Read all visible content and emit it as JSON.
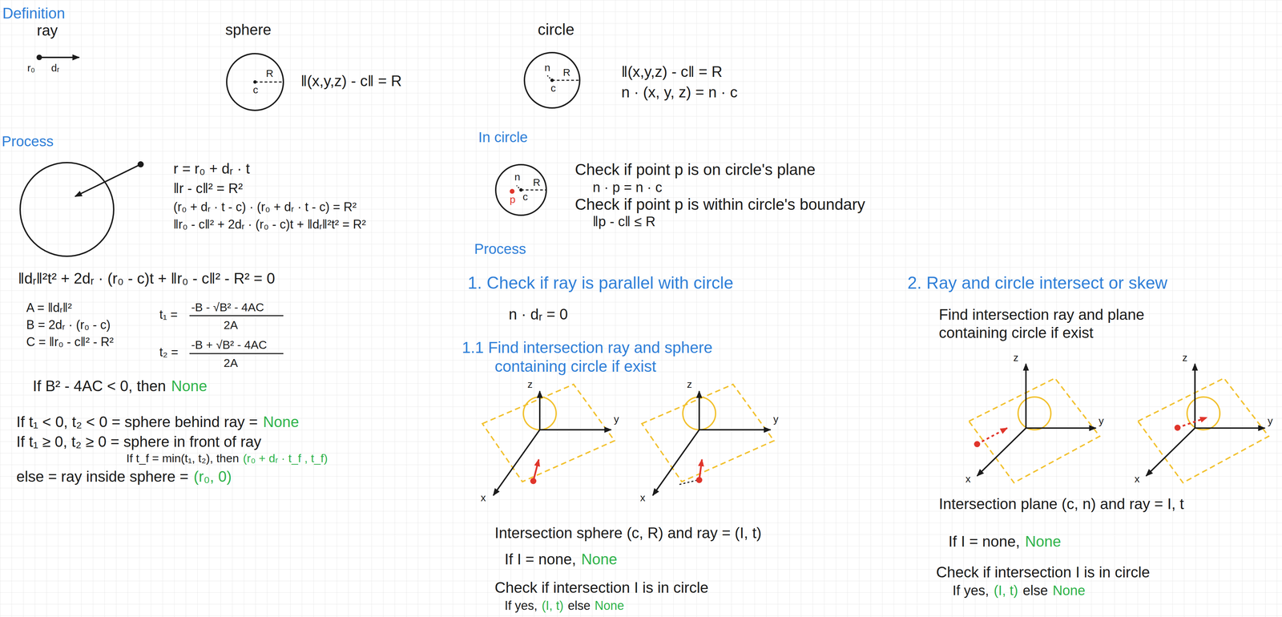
{
  "diagram": {
    "nodes": [
      {
        "text": [
          "R",
          "c"
        ]
      },
      {
        "text": [
          "n",
          "R",
          "c"
        ]
      },
      {
        "text": [
          "n",
          "R",
          "c",
          "p"
        ]
      }
    ],
    "labels": [
      "Definition",
      "ray",
      "r₀",
      "dᵣ",
      "sphere",
      "‖(x,y,z) - c‖ = R",
      "circle",
      "‖(x,y,z) - c‖ = R",
      "n · (x, y, z) = n · c",
      "Process",
      "r = r₀ + dᵣ · t",
      "‖r - c‖² = R²",
      "(r₀ + dᵣ · t - c) · (r₀ + dᵣ · t - c) = R²",
      "‖r₀ - c‖² + 2dᵣ · (r₀ - c)t + ‖dᵣ‖²t² = R²",
      "‖dᵣ‖²t² + 2dᵣ · (r₀ - c)t + ‖r₀ - c‖² - R² = 0",
      "A = ‖dᵣ‖²",
      "B = 2dᵣ · (r₀ - c)",
      "C = ‖r₀ - c‖² - R²",
      "t₁ =",
      "-B - √B² - 4AC",
      "2A",
      "t₂ =",
      "-B + √B² - 4AC",
      "2A",
      "If B² - 4AC < 0, then",
      "None",
      "If t₁ < 0, t₂ < 0 = sphere behind ray =",
      "None",
      "If t₁ ≥ 0, t₂ ≥ 0 = sphere in front of ray",
      "If t_f = min(t₁, t₂), then",
      "(r₀ + dᵣ · t_f , t_f)",
      "else = ray inside sphere =",
      "(r₀, 0)",
      "In circle",
      "Check if point p is on circle's plane",
      "n · p = n · c",
      "Check if point p is within circle's boundary",
      "‖p - c‖ ≤ R",
      "Process",
      "1. Check if ray is parallel with circle",
      "n · dᵣ = 0",
      "1.1 Find intersection ray and sphere containing circle if exist",
      "z",
      "y",
      "x",
      "z",
      "y",
      "x",
      "Intersection sphere (c, R) and ray = (I, t)",
      "If I = none,",
      "None",
      "Check if intersection I is in circle",
      "If yes,",
      "(I, t)",
      "else",
      "None",
      "2. Ray and circle intersect or skew",
      "Find intersection ray and plane containing circle if exist",
      "z",
      "y",
      "x",
      "z",
      "y",
      "x",
      "Intersection plane (c, n) and ray = I, t",
      "If I = none,",
      "None",
      "Check if intersection I is in circle",
      "If yes,",
      "(I, t)",
      "else",
      "None"
    ]
  }
}
